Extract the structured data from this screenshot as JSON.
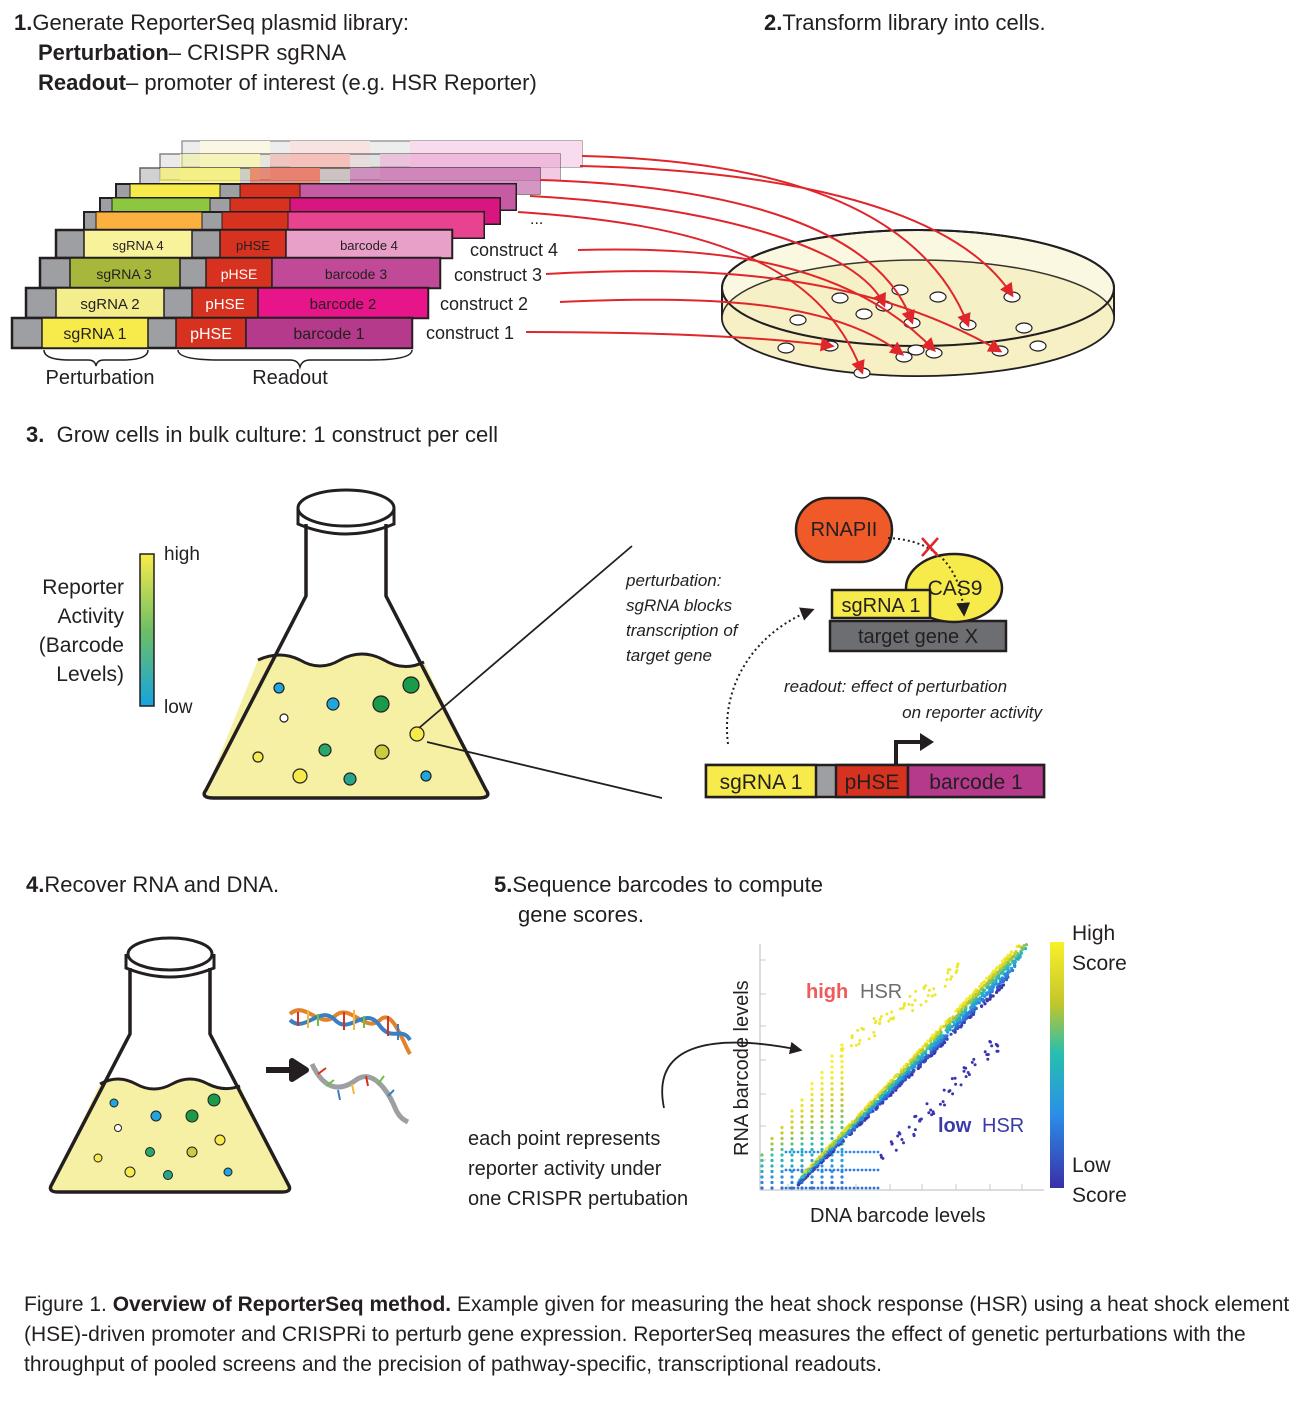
{
  "step1": {
    "num": "1.",
    "title": "Generate ReporterSeq plasmid library:",
    "line2_bold": "Perturbation",
    "line2_rest": "– CRISPR sgRNA",
    "line3_bold": "Readout",
    "line3_rest": "– promoter of interest (e.g. HSR Reporter)"
  },
  "step2": {
    "num": "2.",
    "title": "Transform library into cells."
  },
  "step3": {
    "num": "3.",
    "title": "Grow cells in bulk culture: 1 construct per cell"
  },
  "step4": {
    "num": "4.",
    "title": "Recover RNA and DNA."
  },
  "step5": {
    "num": "5.",
    "title_line1": "Sequence barcodes to compute",
    "title_line2": "gene scores."
  },
  "library": {
    "constructs": [
      {
        "sgrna": "sgRNA 1",
        "promoter": "pHSE",
        "barcode": "barcode 1",
        "label": "construct 1",
        "sg_color": "#f6eb4b",
        "bc_color": "#b53a8c"
      },
      {
        "sgrna": "sgRNA 2",
        "promoter": "pHSE",
        "barcode": "barcode 2",
        "label": "construct 2",
        "sg_color": "#f3ee8b",
        "bc_color": "#e8148a"
      },
      {
        "sgrna": "sgRNA 3",
        "promoter": "pHSE",
        "barcode": "barcode 3",
        "label": "construct 3",
        "sg_color": "#a6b73b",
        "bc_color": "#c04a98"
      },
      {
        "sgrna": "sgRNA 4",
        "promoter": "pHSE",
        "barcode": "barcode 4",
        "label": "construct 4",
        "sg_color": "#f8f29a",
        "bc_color": "#e9a0c8"
      }
    ],
    "ellipsis": "...",
    "brace_perturbation": "Perturbation",
    "brace_readout": "Readout"
  },
  "colorbar1": {
    "title_l1": "Reporter",
    "title_l2": "Activity",
    "title_l3": "(Barcode",
    "title_l4": "Levels)",
    "high": "high",
    "low": "low"
  },
  "mechanism": {
    "rnapii": "RNAPII",
    "cas9": "CAS9",
    "sgrna": "sgRNA 1",
    "target": "target gene X",
    "pert_l1": "perturbation:",
    "pert_l2": "sgRNA blocks",
    "pert_l3": "transcription of",
    "pert_l4": "target gene",
    "readout_l1": "readout:  effect of perturbation",
    "readout_l2": "on reporter activity",
    "construct_sg": "sgRNA 1",
    "construct_pr": "pHSE",
    "construct_bc": "barcode 1"
  },
  "scatter": {
    "xlabel": "DNA barcode levels",
    "ylabel": "RNA barcode levels",
    "high_bold": "high",
    "high_rest": "HSR",
    "low_bold": "low",
    "low_rest": "HSR",
    "note_l1": "each point represents",
    "note_l2": "reporter activity under",
    "note_l3": "one CRISPR pertubation",
    "cb_high_l1": "High",
    "cb_high_l2": "Score",
    "cb_low_l1": "Low",
    "cb_low_l2": "Score"
  },
  "caption": {
    "lead": "Figure 1.",
    "bold": "Overview of ReporterSeq method.",
    "text": "Example given for measuring the heat shock response (HSR) using a heat shock element (HSE)-driven promoter and CRISPRi to perturb gene expression. ReporterSeq measures the effect of genetic perturbations with the throughput of pooled screens and the precision of pathway-specific, transcriptional readouts."
  },
  "colors": {
    "arrow_red": "#e0262b",
    "promoter_red": "#d7321f",
    "grey": "#9d9fa2",
    "flask_fill": "#f6f0a4",
    "rnapii": "#ef5a28",
    "cas9": "#f6eb4b",
    "target": "#6d6e71"
  }
}
